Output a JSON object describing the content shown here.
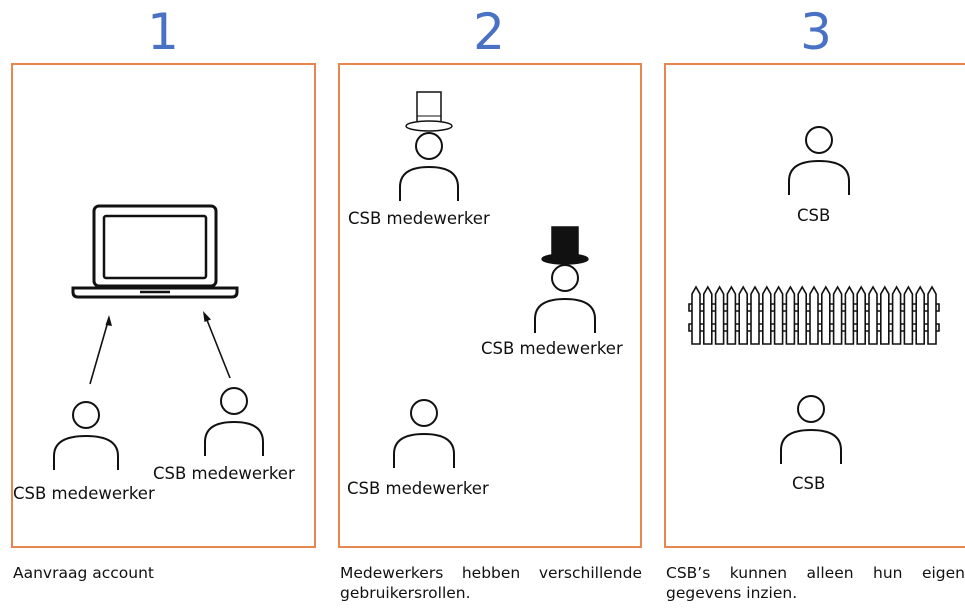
{
  "steps": [
    {
      "number": "1",
      "people": [
        "CSB medewerker",
        "CSB medewerker"
      ],
      "caption": "Aanvraag account",
      "icons": [
        "laptop-icon",
        "arrow-icon",
        "person-icon"
      ]
    },
    {
      "number": "2",
      "people": [
        "CSB medewerker",
        "CSB medewerker",
        "CSB medewerker"
      ],
      "caption": "Medewerkers hebben verschillende gebruikersrollen.",
      "icons": [
        "top-hat-icon",
        "person-icon"
      ]
    },
    {
      "number": "3",
      "people": [
        "CSB",
        "CSB"
      ],
      "caption": "CSB’s kunnen alleen hun eigen gegevens inzien.",
      "icons": [
        "person-icon",
        "fence-icon"
      ]
    }
  ],
  "colors": {
    "step_number": "#4a72c4",
    "panel_border": "#e8864f",
    "icon_stroke": "#111111"
  }
}
